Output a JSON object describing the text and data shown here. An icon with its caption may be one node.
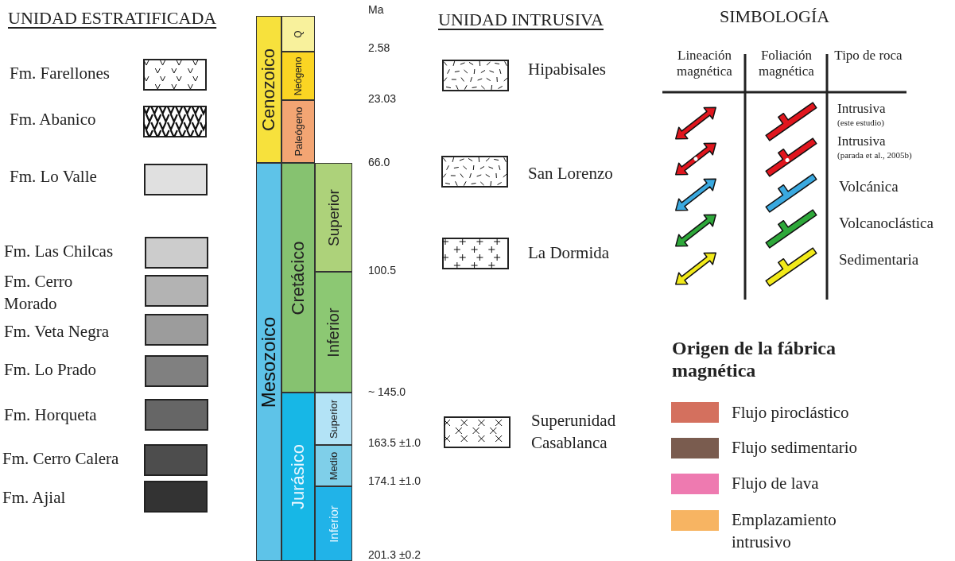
{
  "diagram": {
    "nodes": [
      {
        "text": [
          "Cenozoico"
        ]
      },
      {
        "text": [
          "Q"
        ]
      },
      {
        "text": [
          "Neógeno"
        ]
      },
      {
        "text": [
          "Paleógeno"
        ]
      },
      {
        "text": [
          "Mesozoico"
        ]
      },
      {
        "text": [
          "Cretácico"
        ]
      },
      {
        "text": [
          "Superior"
        ]
      },
      {
        "text": [
          "Inferior"
        ]
      },
      {
        "text": [
          "Jurásico"
        ]
      },
      {
        "text": [
          "Superior"
        ]
      },
      {
        "text": [
          "Medio"
        ]
      },
      {
        "text": [
          "Inferior"
        ]
      }
    ],
    "edges": [],
    "labels": [
      "UNIDAD ESTRATIFICADA",
      "Ma",
      "2.58",
      "23.03",
      "66.0",
      "100.5",
      "~ 145.0",
      "163.5 ±1.0",
      "174.1 ±1.0",
      "201.3 ±0.2",
      "UNIDAD INTRUSIVA",
      "SIMBOLOGÍA",
      "Lineación magnética",
      "Foliación magnética",
      "Tipo de roca",
      "Intrusiva",
      "(este estudio)",
      "Intrusiva",
      "(parada et al., 2005b)",
      "Volcánica",
      "Volcanoclástica",
      "Sedimentaria",
      "Origen de la fábrica magnética"
    ],
    "legend": [
      {
        "text": "Fm. Farellones"
      },
      {
        "text": "Fm. Abanico"
      },
      {
        "text": "Fm. Lo Valle",
        "color": "#e0e0e0"
      },
      {
        "text": "Fm. Las Chilcas",
        "color": "#cccccc"
      },
      {
        "text": "Fm. Cerro Morado",
        "color": "#b3b3b3"
      },
      {
        "text": "Fm. Veta Negra",
        "color": "#9c9c9c"
      },
      {
        "text": "Fm. Lo Prado",
        "color": "#808080"
      },
      {
        "text": "Fm. Horqueta",
        "color": "#666666"
      },
      {
        "text": "Fm. Cerro Calera",
        "color": "#4d4d4d"
      },
      {
        "text": "Fm. Ajial",
        "color": "#333333"
      },
      {
        "text": "Hipabisales"
      },
      {
        "text": "San Lorenzo"
      },
      {
        "text": "La Dormida"
      },
      {
        "text": "Superunidad Casablanca"
      },
      {
        "text": "Flujo piroclástico",
        "color": "#d4705e"
      },
      {
        "text": "Flujo sedimentario",
        "color": "#7a5c4f"
      },
      {
        "text": "Flujo de lava",
        "color": "#ee7ab0"
      },
      {
        "text": "Emplazamiento intrusivo",
        "color": "#f7b462"
      }
    ]
  }
}
